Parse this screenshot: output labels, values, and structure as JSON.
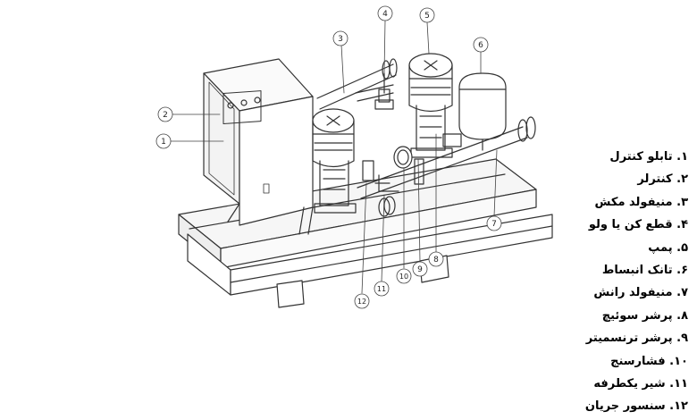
{
  "callouts": [
    "1",
    "2",
    "3",
    "4",
    "5",
    "6",
    "7",
    "8",
    "9",
    "10",
    "11",
    "12"
  ],
  "legend": [
    "۱. تابلو کنترل",
    "۲. کنترلر",
    "۳. منیفولد مکش",
    "۴. قطع کن یا ولو",
    "۵. پمپ",
    "۶. تانک انبساط",
    "۷. منیفولد رانش",
    "۸. پرشر سوئیچ",
    "۹. پرشر ترنسمیتر",
    "۱۰. فشارسنج",
    "۱۱. شیر یکطرفه",
    "۱۲. سنسور جریان"
  ]
}
